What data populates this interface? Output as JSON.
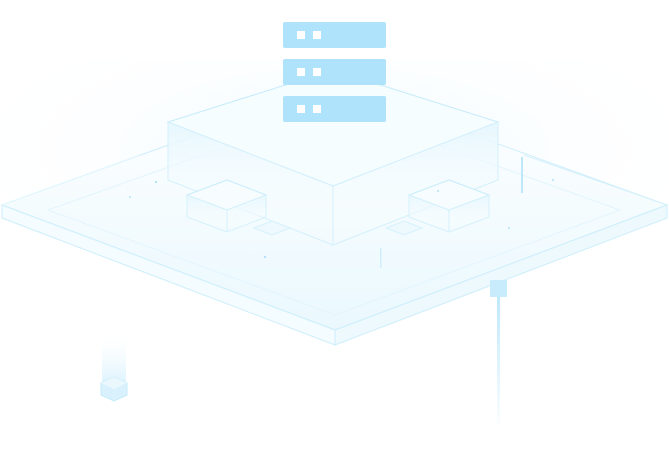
{
  "illustration": {
    "server_units": 3,
    "colors": {
      "server": "#aee3fb",
      "server_led": "#ffffff",
      "edge": "#c9ecfb",
      "face": "#f2fbff",
      "glow": "#e3f6fe",
      "accent": "#b8e6fa"
    },
    "icons": [
      "server-rack-icon",
      "isometric-platform",
      "data-cube",
      "signal-pillar"
    ]
  }
}
